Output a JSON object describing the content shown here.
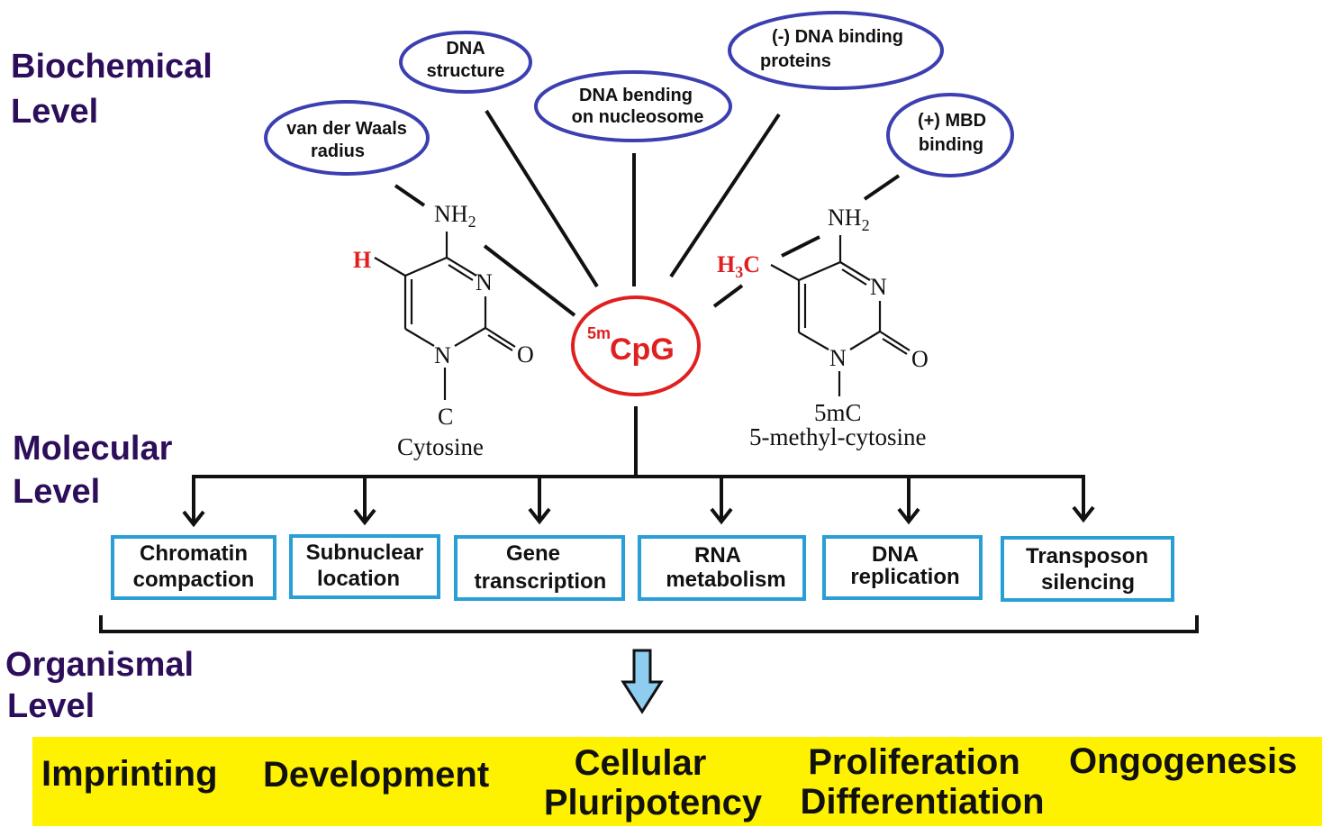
{
  "levels": {
    "biochemical": [
      "Biochemical",
      "Level"
    ],
    "molecular": [
      "Molecular",
      "Level"
    ],
    "organismal": [
      "Organismal",
      "Level"
    ]
  },
  "bubbles": [
    {
      "id": "van-der-waals",
      "lines": [
        "van der Waals",
        "radius"
      ]
    },
    {
      "id": "dna-structure",
      "lines": [
        "DNA",
        "structure"
      ]
    },
    {
      "id": "dna-bending",
      "lines": [
        "DNA bending",
        "on nucleosome"
      ]
    },
    {
      "id": "neg-dna-binding",
      "lines": [
        "(-) DNA binding",
        "proteins"
      ]
    },
    {
      "id": "pos-mbd-binding",
      "lines": [
        "(+) MBD",
        "binding"
      ]
    }
  ],
  "center": {
    "superscript": "5m",
    "label": "CpG"
  },
  "cytosine": {
    "amine": "NH",
    "amine_sub": "2",
    "substituent": "H",
    "n3": "N",
    "n1": "N",
    "oxygen": "O",
    "carbon": "C",
    "name": "Cytosine"
  },
  "methylcytosine": {
    "amine": "NH",
    "amine_sub": "2",
    "substituent_h": "H",
    "substituent_sub": "3",
    "substituent_c": "C",
    "n3": "N",
    "n1": "N",
    "oxygen": "O",
    "abbrev": "5mC",
    "name": "5-methyl-cytosine"
  },
  "processes": [
    {
      "id": "chromatin-compaction",
      "lines": [
        "Chromatin",
        "compaction"
      ]
    },
    {
      "id": "subnuclear-location",
      "lines": [
        "Subnuclear",
        "location"
      ]
    },
    {
      "id": "gene-transcription",
      "lines": [
        "Gene",
        "transcription"
      ]
    },
    {
      "id": "rna-metabolism",
      "lines": [
        "RNA",
        "metabolism"
      ]
    },
    {
      "id": "dna-replication",
      "lines": [
        "DNA",
        "replication"
      ]
    },
    {
      "id": "transposon-silencing",
      "lines": [
        "Transposon",
        "silencing"
      ]
    }
  ],
  "outcomes": [
    {
      "id": "imprinting",
      "lines": [
        "Imprinting"
      ]
    },
    {
      "id": "development",
      "lines": [
        "Development"
      ]
    },
    {
      "id": "cellular-pluripotency",
      "lines": [
        "Cellular",
        "Pluripotency"
      ]
    },
    {
      "id": "proliferation-differentiation",
      "lines": [
        "Proliferation",
        "Differentiation"
      ]
    },
    {
      "id": "ongogenesis",
      "lines": [
        "Ongogenesis"
      ]
    }
  ],
  "colors": {
    "level_title": "#2d0e5a",
    "bubble_border": "#3b3fb0",
    "box_border": "#2a9fd6",
    "center_red": "#e02020",
    "outcome_band": "#fff200",
    "arrow_fill": "#8ecdf0"
  }
}
